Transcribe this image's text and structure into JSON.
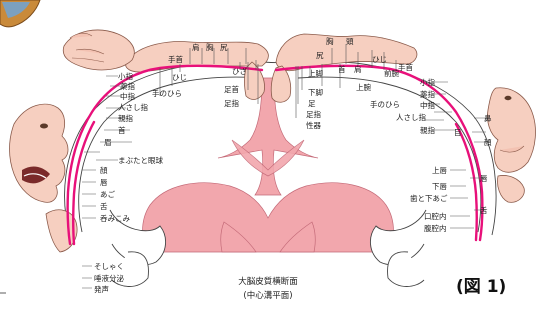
{
  "left_labels": {
    "hand_wrist": "手首",
    "elbow": "ひじ",
    "palm": "手のひら",
    "shoulder": "肩",
    "chest": "胸",
    "hip": "尻",
    "knee": "ひざ",
    "ankle": "足首",
    "toes": "足指",
    "little_finger": "小指",
    "ring_finger": "薬指",
    "middle_finger": "中指",
    "index_finger": "人さし指",
    "thumb": "親指",
    "neck": "首",
    "brow": "眉",
    "eyelid_eyeball": "まぶたと眼球",
    "face": "顔",
    "lips": "唇",
    "jaw": "あご",
    "tongue": "舌",
    "swallowing": "呑みこみ",
    "chewing": "そしゃく",
    "salivation": "唾液分泌",
    "vocalization": "発声"
  },
  "right_labels": {
    "chest": "胸",
    "head": "頭",
    "hip": "尻",
    "neck": "首",
    "shoulder": "肩",
    "elbow": "ひじ",
    "upper_leg": "上脚",
    "forearm": "前腕",
    "upper_arm": "上腕",
    "wrist": "手首",
    "lower_leg": "下脚",
    "foot": "足",
    "toes": "足指",
    "genitals": "性器",
    "little_finger": "小指",
    "ring_finger": "薬指",
    "palm": "手のひら",
    "middle_finger": "中指",
    "index_finger": "人さし指",
    "thumb": "親指",
    "nose": "鼻",
    "eye": "目",
    "face": "顔",
    "upper_lip": "上唇",
    "lips": "唇",
    "lower_lip": "下唇",
    "teeth_jaw": "歯と下あご",
    "tongue": "舌",
    "mouth_inside": "口腔内",
    "abdomen_inside": "腹腔内"
  },
  "caption": {
    "line1": "大脳皮質横断面",
    "line2": "(中心溝平面)"
  },
  "figure_label": "(図 1)"
}
